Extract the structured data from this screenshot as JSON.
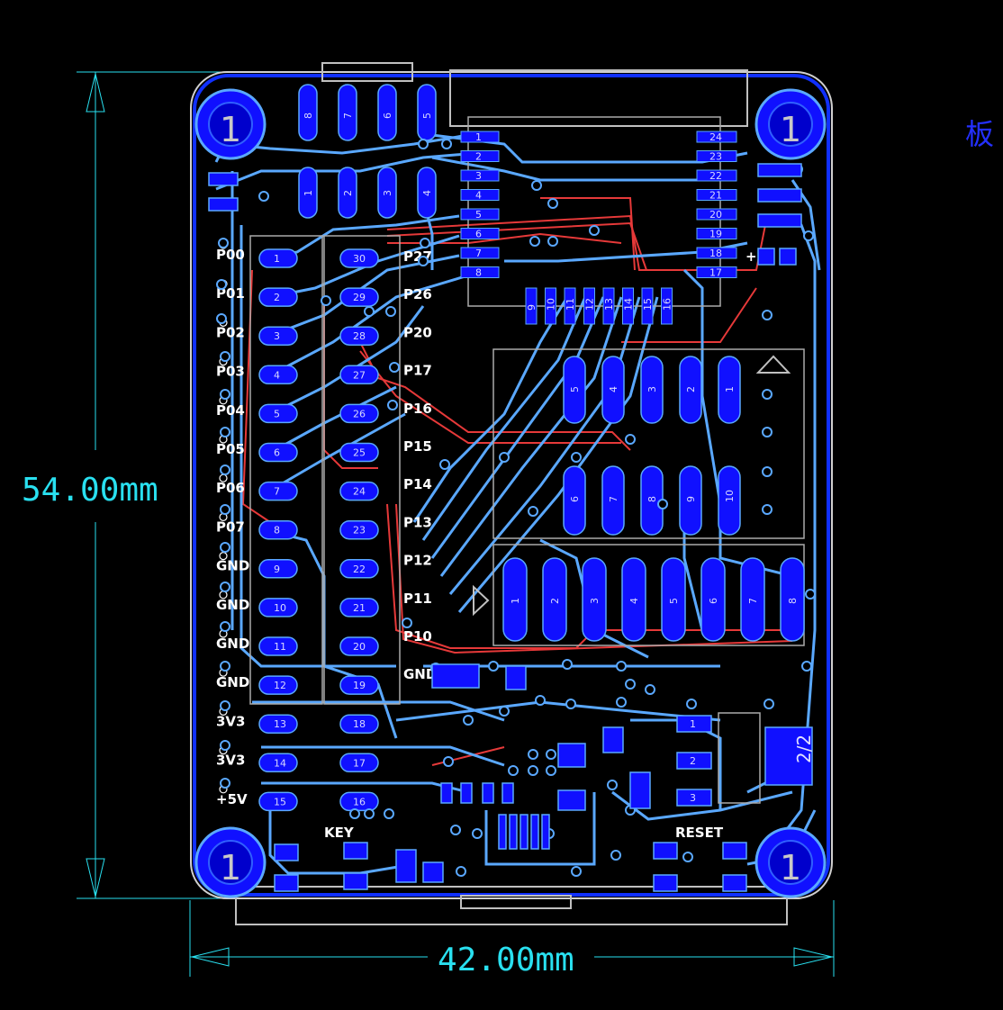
{
  "dimensions": {
    "height_label": "54.00mm",
    "width_label": "42.00mm"
  },
  "side_label": "板",
  "header_left": {
    "pin_labels": [
      "P00",
      "P01",
      "P02",
      "P03",
      "P04",
      "P05",
      "P06",
      "P07",
      "GND",
      "GND",
      "GND",
      "GND",
      "3V3",
      "3V3",
      "+5V"
    ]
  },
  "header_right": {
    "pin_labels": [
      "P27",
      "P26",
      "P20",
      "P17",
      "P16",
      "P15",
      "P14",
      "P13",
      "P12",
      "P11",
      "P10",
      "GND"
    ]
  },
  "left_pads": [
    "1",
    "2",
    "3",
    "4",
    "5",
    "6",
    "7",
    "8",
    "9",
    "10",
    "11",
    "12",
    "13",
    "14",
    "15"
  ],
  "right_pads": [
    "30",
    "29",
    "28",
    "27",
    "26",
    "25",
    "24",
    "23",
    "22",
    "21",
    "20",
    "19",
    "18",
    "17",
    "16"
  ],
  "top_connector": {
    "top_pins": [
      "8",
      "7",
      "6",
      "5"
    ],
    "bottom_pins": [
      "1",
      "2",
      "3",
      "4"
    ]
  },
  "ic_left_pins": [
    "1",
    "2",
    "3",
    "4",
    "5",
    "6",
    "7",
    "8"
  ],
  "ic_right_pins": [
    "24",
    "23",
    "22",
    "21",
    "20",
    "19",
    "18",
    "17"
  ],
  "ic_bottom_pins": [
    "9",
    "10",
    "11",
    "12",
    "13",
    "14",
    "15",
    "16"
  ],
  "display_top": [
    "5",
    "4",
    "3",
    "2",
    "1"
  ],
  "display_bottom": [
    "6",
    "7",
    "8",
    "9",
    "10"
  ],
  "display2_pins": [
    "1",
    "2",
    "3",
    "4",
    "5",
    "6",
    "7",
    "8"
  ],
  "regulator_pins": [
    "1",
    "2",
    "3"
  ],
  "labels": {
    "key": "KEY",
    "reset": "RESET",
    "part_2_2": "2/2",
    "plus": "+"
  },
  "mount_hole_label": "1",
  "colors": {
    "background": "#000000",
    "copper_blue": "#1010ff",
    "trace_light": "#5aa8ff",
    "trace_red": "#ff4040",
    "outline": "#d0d0d0",
    "dimension": "#29e0f0"
  }
}
